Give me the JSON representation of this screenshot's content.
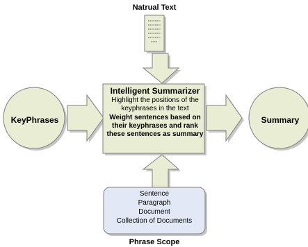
{
  "document_label": "Natrual Text",
  "input_label": "KeyPhrases",
  "output_label": "Summary",
  "summarizer": {
    "title": "Intelligent Summarizer",
    "step_highlight": "Highlight the positions of the keyphrases in the text",
    "step_weight": "Weight sentences based on their keyphrases and rank these sentences as summary"
  },
  "scope": {
    "label": "Phrase Scope",
    "items": [
      "Sentence",
      "Paragraph",
      "Document",
      "Collection of Documents"
    ]
  },
  "colors": {
    "green_fill": "#e8edd3",
    "green_stroke": "#7f7f7f",
    "blue_fill": "#e2e8f5",
    "shadow": "#c6c6c6"
  },
  "icons": {
    "document": "document-icon"
  }
}
